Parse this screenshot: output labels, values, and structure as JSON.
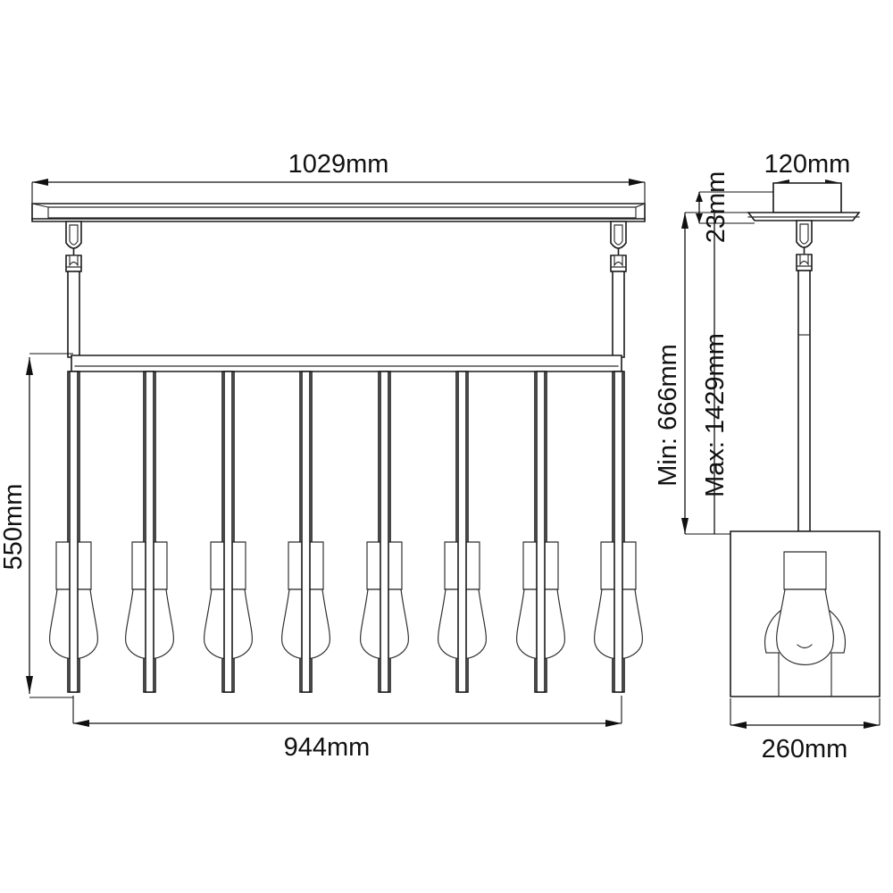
{
  "drawing": {
    "title": "Linear suspension light technical dimension drawing",
    "units": "mm",
    "views": {
      "front": {
        "name": "front-elevation-view",
        "bulb_count": 8
      },
      "side": {
        "name": "side-elevation-view",
        "bulb_count": 1
      }
    },
    "dimensions": {
      "canopy_length": "1029mm",
      "canopy_depth": "120mm",
      "canopy_height": "23mm",
      "body_drop": "550mm",
      "body_length": "944mm",
      "body_depth": "260mm",
      "min_height": "Min: 666mm",
      "max_height": "Max: 1429mm"
    },
    "colors": {
      "line": "#1a1a1a",
      "dimension": "#111111",
      "background": "#ffffff"
    }
  }
}
